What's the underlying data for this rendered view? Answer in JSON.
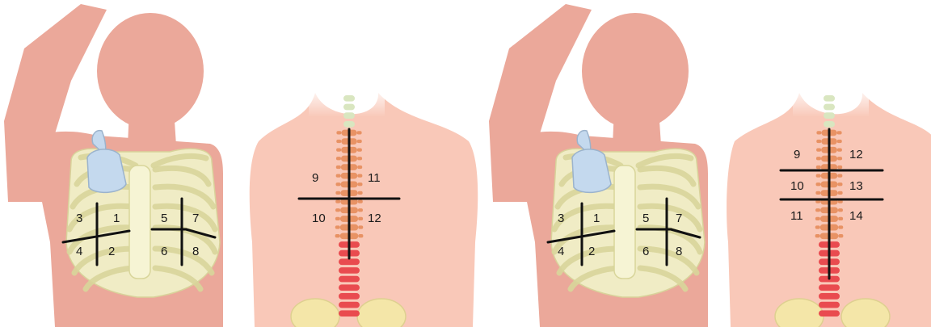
{
  "colors": {
    "skin_front": "#eba89a",
    "skin_front_dark": "#e09a8b",
    "skin_back": "#f9c8b8",
    "bone": "#f1f0c8",
    "bone_line": "#d8d59a",
    "vertebra_upper": "#e89264",
    "vertebra_lower": "#e94b4f",
    "vertebra_neck": "#d9e6c0",
    "pelvis": "#f4e6a8",
    "probe": "#c4d9ee",
    "line": "#111111"
  },
  "panels": [
    {
      "id": "scheme-12",
      "front_labels": [
        "1",
        "2",
        "3",
        "4",
        "5",
        "6",
        "7",
        "8"
      ],
      "back_labels": [
        "9",
        "10",
        "11",
        "12"
      ]
    },
    {
      "id": "scheme-14",
      "front_labels": [
        "1",
        "2",
        "3",
        "4",
        "5",
        "6",
        "7",
        "8"
      ],
      "back_labels": [
        "9",
        "10",
        "11",
        "12",
        "13",
        "14"
      ]
    }
  ]
}
